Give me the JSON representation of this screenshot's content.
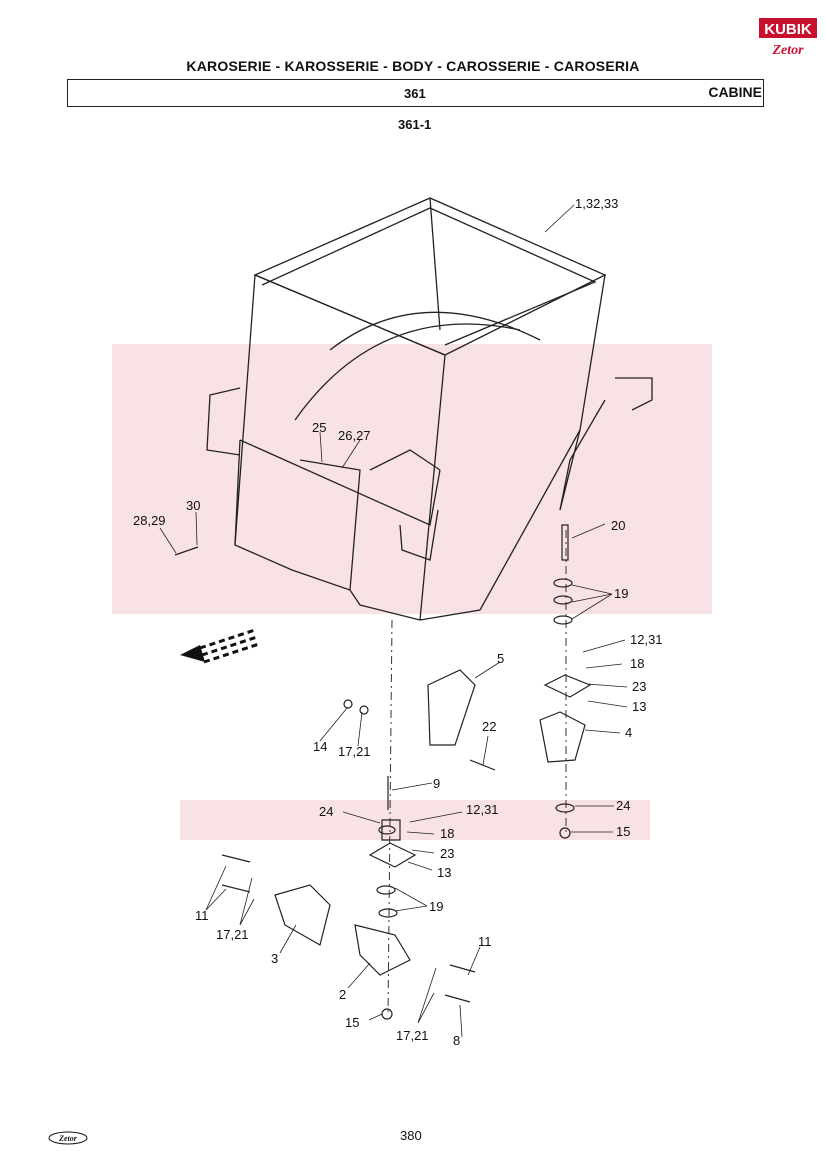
{
  "header": {
    "title": "KAROSERIE - KAROSSERIE - BODY - CAROSSERIE - CAROSERIA",
    "section_number": "361",
    "section_name": "CABINE",
    "subsection": "361-1"
  },
  "logo": {
    "brand_text": "KUBIK",
    "sub_brand": "Zetor"
  },
  "footer": {
    "page_number": "380",
    "brand": "Zetor"
  },
  "callouts": [
    "1,32,33",
    "25",
    "26,27",
    "28,29",
    "30",
    "20",
    "19",
    "12,31",
    "18",
    "23",
    "13",
    "5",
    "4",
    "22",
    "14",
    "17,21",
    "9",
    "24",
    "12,31",
    "24",
    "15",
    "18",
    "23",
    "13",
    "19",
    "11",
    "17,21",
    "3",
    "11",
    "2",
    "15",
    "17,21",
    "8"
  ]
}
